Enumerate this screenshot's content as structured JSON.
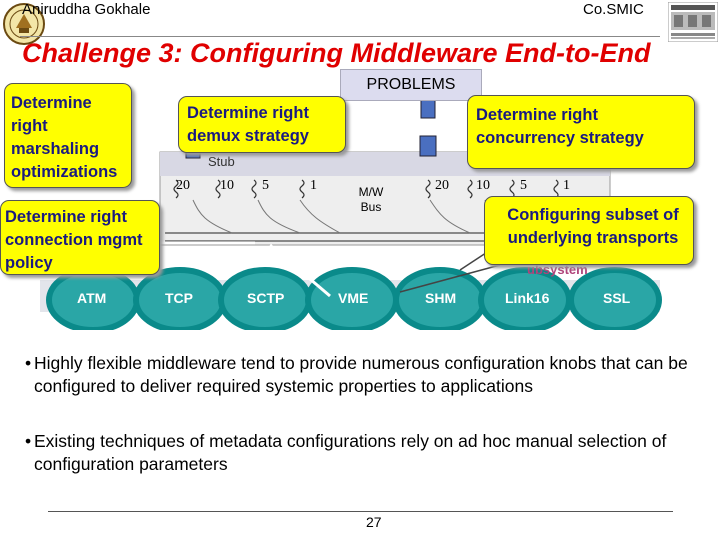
{
  "header": {
    "author": "Aniruddha Gokhale",
    "org": "Co.SMIC"
  },
  "title": "Challenge 3: Configuring Middleware End-to-End",
  "diagram": {
    "problems_label": "PROBLEMS",
    "stub_label": "Stub",
    "bus_label": "M/W Bus",
    "left_priorities": [
      "20",
      "10",
      "5",
      "1"
    ],
    "right_priorities": [
      "20",
      "10",
      "5",
      "1"
    ],
    "subsystem_label": "ubsystem",
    "callouts": {
      "marshaling": "Determine right marshaling optimizations",
      "demux": "Determine right demux strategy",
      "concurrency": "Determine right concurrency strategy",
      "connection": "Determine right connection mgmt policy",
      "transports": "Configuring subset of underlying transports"
    },
    "transports": [
      "ATM",
      "TCP",
      "SCTP",
      "VME",
      "SHM",
      "Link16",
      "SSL"
    ],
    "colors": {
      "callout_fill": "#ffff00",
      "callout_text": "#1a1a80",
      "title": "#e00000",
      "ring": "#0a8a8a",
      "transport_text": "#ffffff"
    }
  },
  "bullets": [
    "Highly flexible middleware tend to provide numerous configuration knobs that can be configured to deliver required systemic properties to applications",
    "Existing techniques of metadata configurations rely on ad hoc manual selection of configuration parameters"
  ],
  "page_number": "27"
}
